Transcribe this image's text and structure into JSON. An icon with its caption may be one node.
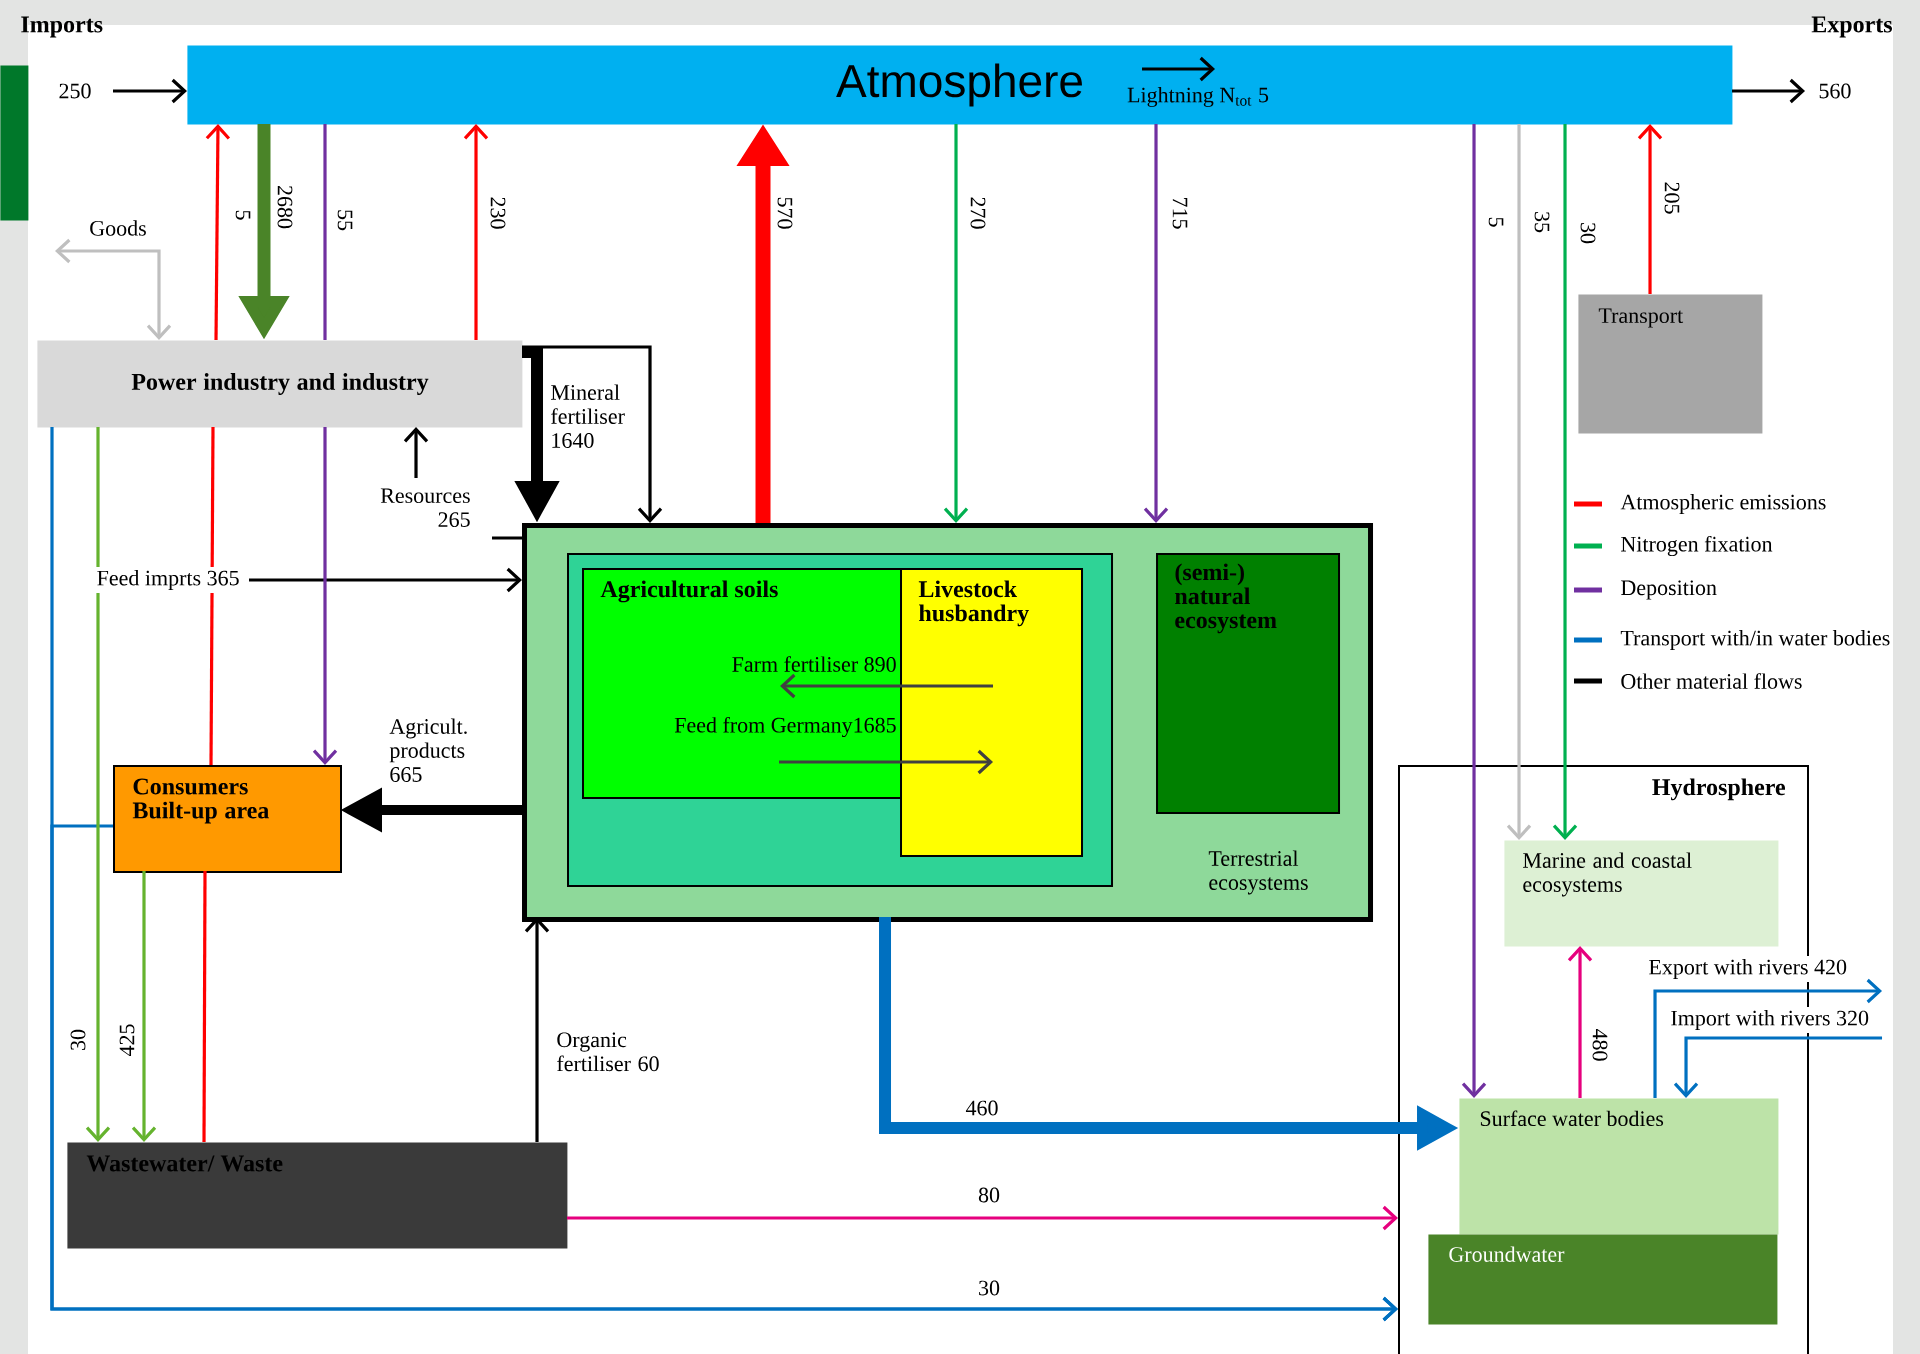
{
  "diagram": {
    "nodes": [
      {
        "text": [
          "Atmosphere",
          "Lightning N$_{tot}$ 5"
        ]
      },
      {
        "text": [
          "Power industry and industry"
        ]
      },
      {
        "text": [
          "Transport"
        ]
      },
      {
        "text": [
          "Terrestrial ecosystems"
        ]
      },
      {
        "text": [],
        "shape": "box",
        "in": 3
      },
      {
        "text": [
          "Agricultural soils"
        ],
        "in": 4
      },
      {
        "text": [
          "Livestock husbandry"
        ],
        "in": 4
      },
      {
        "text": [
          "(semi-) natural ecosystem"
        ],
        "in": 3
      },
      {
        "text": [
          "Consumers Built-up area"
        ]
      },
      {
        "text": [
          "Wastewater/ Waste"
        ]
      },
      {
        "text": [
          "Hydrosphere"
        ]
      },
      {
        "text": [
          "Marine and coastal ecosystems"
        ],
        "in": 10
      },
      {
        "text": [
          "Surface water bodies"
        ],
        "in": 10
      },
      {
        "text": [
          "Groundwater"
        ],
        "in": 10
      },
      {
        "text": [],
        "shape": "bar"
      }
    ],
    "edges": [
      {
        "from": null,
        "to": 0,
        "arrow": "to",
        "label": "250"
      },
      {
        "from": 0,
        "to": null,
        "arrow": "to",
        "label": "560"
      },
      {
        "from": null,
        "to": 1,
        "arrow": "both",
        "label": "Goods",
        "color": "#bfbfbf"
      },
      {
        "from": 1,
        "to": 0,
        "arrow": "to",
        "label": "5",
        "color": "#ff0000"
      },
      {
        "from": 0,
        "to": 1,
        "arrow": "to",
        "label": "2680",
        "style": "thick",
        "color": "#4a8428"
      },
      {
        "from": 0,
        "to": 1,
        "arrow": "none",
        "label": "55",
        "color": "#7030a0"
      },
      {
        "from": 1,
        "to": 0,
        "arrow": "to",
        "label": "230",
        "color": "#ff0000"
      },
      {
        "from": 3,
        "to": 0,
        "arrow": "to",
        "label": "570",
        "style": "thick",
        "color": "#ff0000"
      },
      {
        "from": 0,
        "to": 3,
        "arrow": "to",
        "label": "270",
        "color": "#00b050"
      },
      {
        "from": 0,
        "to": 3,
        "arrow": "to",
        "label": "715",
        "color": "#7030a0"
      },
      {
        "from": 0,
        "to": 12,
        "arrow": "to",
        "label": "5",
        "color": "#7030a0"
      },
      {
        "from": 0,
        "to": 11,
        "arrow": "to",
        "label": "35",
        "color": "#bfbfbf"
      },
      {
        "from": 0,
        "to": 11,
        "arrow": "to",
        "label": "30",
        "color": "#00b050"
      },
      {
        "from": 2,
        "to": 0,
        "arrow": "to",
        "label": "205",
        "color": "#ff0000"
      },
      {
        "from": 1,
        "to": 3,
        "arrow": "to",
        "label": "Mineral fertiliser 1640",
        "style": "thick"
      },
      {
        "from": 1,
        "to": 3,
        "arrow": "to"
      },
      {
        "from": 3,
        "to": 1,
        "arrow": "to",
        "label": "Resources 265"
      },
      {
        "from": null,
        "to": 3,
        "arrow": "to",
        "label": "Feed imprts 365"
      },
      {
        "from": 3,
        "to": 8,
        "arrow": "to",
        "label": "Agricult. products 665",
        "style": "thick"
      },
      {
        "from": 9,
        "to": 3,
        "arrow": "to",
        "label": "Organic fertiliser 60"
      },
      {
        "from": 3,
        "to": 12,
        "arrow": "to",
        "label": "460",
        "style": "thick",
        "color": "#0070c0"
      },
      {
        "from": 9,
        "to": 10,
        "arrow": "to",
        "label": "80",
        "color": "#e6007e"
      },
      {
        "from": 1,
        "to": 10,
        "arrow": "to",
        "label": "30",
        "color": "#0070c0"
      },
      {
        "from": 8,
        "to": 10,
        "arrow": "to",
        "color": "#0070c0"
      },
      {
        "from": 1,
        "to": 9,
        "arrow": "to",
        "label": "30",
        "color": "#65b32e"
      },
      {
        "from": 8,
        "to": 9,
        "arrow": "to",
        "label": "425",
        "color": "#65b32e"
      },
      {
        "from": 12,
        "to": 11,
        "arrow": "to",
        "label": "480",
        "color": "#e6007e"
      },
      {
        "from": 12,
        "to": null,
        "arrow": "to",
        "label": "Export with rivers 420",
        "color": "#0070c0"
      },
      {
        "from": null,
        "to": 12,
        "arrow": "to",
        "label": "Import with rivers 320",
        "color": "#0070c0"
      },
      {
        "from": 6,
        "to": 5,
        "arrow": "to",
        "label": "Farm fertiliser 890",
        "color": "#404040"
      },
      {
        "from": 5,
        "to": 6,
        "arrow": "to",
        "label": "Feed from Germany1685",
        "color": "#404040"
      },
      {
        "from": 8,
        "to": 1,
        "arrow": "none",
        "color": "#ff0000"
      },
      {
        "from": 9,
        "to": 8,
        "arrow": "none",
        "color": "#ff0000"
      },
      {
        "from": 1,
        "to": 8,
        "arrow": "to",
        "color": "#7030a0"
      }
    ],
    "labels": [
      "Imports",
      "Exports"
    ],
    "legend": [
      {
        "text": "Atmospheric emissions",
        "color": "#ff0000"
      },
      {
        "text": "Nitrogen fixation",
        "color": "#00b050"
      },
      {
        "text": "Deposition",
        "color": "#7030a0"
      },
      {
        "text": "Transport with/in water bodies",
        "color": "#0070c0"
      },
      {
        "text": "Other material flows",
        "color": "#000000"
      }
    ]
  }
}
